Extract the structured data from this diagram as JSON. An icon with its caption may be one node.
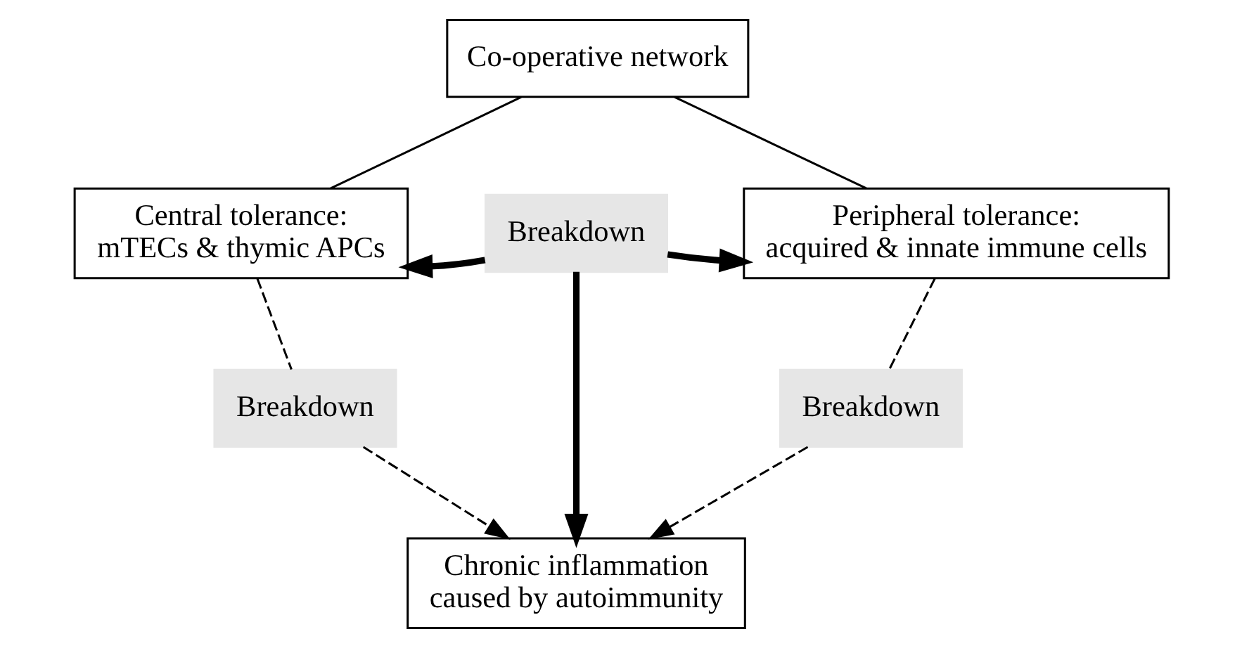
{
  "diagram": {
    "nodes": [
      {
        "text": [
          "Co-operative network"
        ]
      },
      {
        "text": [
          "Central tolerance: mTECs & thymic APCs"
        ]
      },
      {
        "text": [
          "Breakdown"
        ]
      },
      {
        "text": [
          "Peripheral tolerance: acquired & innate immune cells"
        ]
      },
      {
        "text": [
          "Breakdown"
        ]
      },
      {
        "text": [
          "Breakdown"
        ]
      },
      {
        "text": [
          "Chronic inflammation caused by autoimmunity"
        ]
      }
    ],
    "edges": [
      {
        "from": 0,
        "to": 1,
        "arrow": "none"
      },
      {
        "from": 0,
        "to": 3,
        "arrow": "none"
      },
      {
        "from": 2,
        "to": 1,
        "arrow": "to",
        "style": "thick"
      },
      {
        "from": 2,
        "to": 3,
        "arrow": "to",
        "style": "thick"
      },
      {
        "from": 2,
        "to": 6,
        "arrow": "to",
        "style": "thick"
      },
      {
        "from": 1,
        "to": 4,
        "arrow": "none",
        "style": "dashed"
      },
      {
        "from": 4,
        "to": 6,
        "arrow": "to",
        "style": "dashed"
      },
      {
        "from": 3,
        "to": 5,
        "arrow": "none",
        "style": "dashed"
      },
      {
        "from": 5,
        "to": 6,
        "arrow": "to",
        "style": "dashed"
      }
    ]
  }
}
